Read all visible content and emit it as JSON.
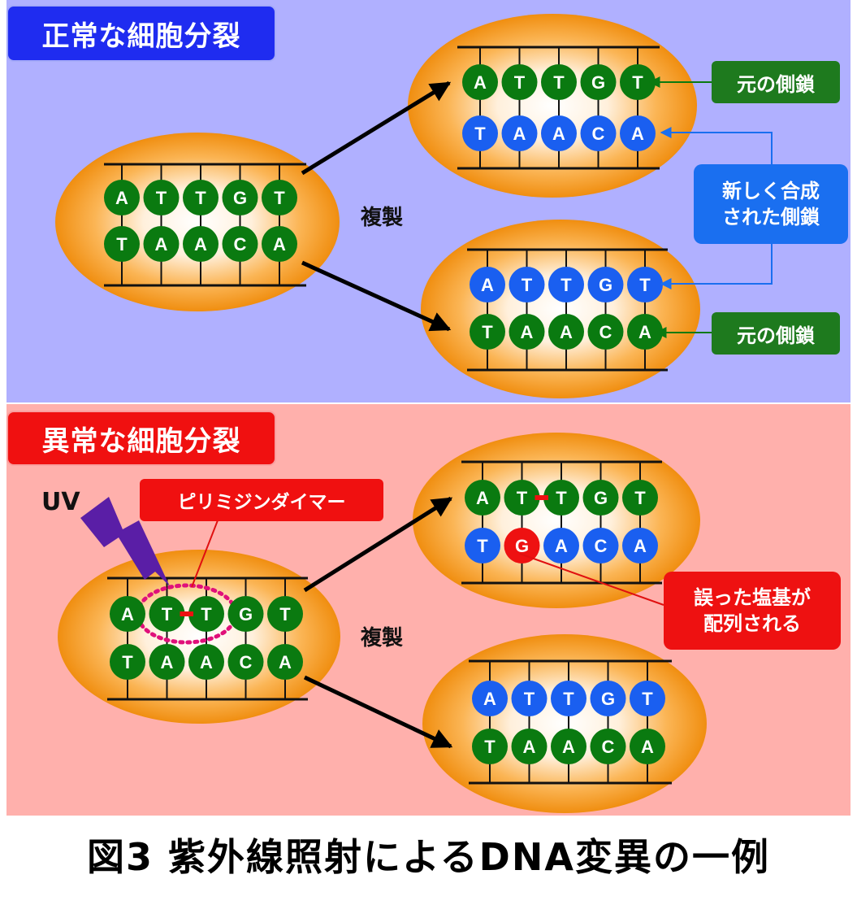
{
  "normal_title": "正常な細胞分裂",
  "abnormal_title": "異常な細胞分裂",
  "replication_label": "複製",
  "original_strand_label": "元の側鎖",
  "new_strand_label_line1": "新しく合成",
  "new_strand_label_line2": "された側鎖",
  "uv_label": "UV",
  "dimer_label": "ピリミジンダイマー",
  "error_label_line1": "誤った塩基が",
  "error_label_line2": "配列される",
  "caption": "図3 紫外線照射によるDNA変異の一例",
  "colors": {
    "original_base": "#0a7a10",
    "new_base": "#1a5ff0",
    "error_base": "#ee1111",
    "normal_background": "#b0b0ff",
    "abnormal_background": "#ffb0ac",
    "cell_orange": "#f59a20"
  },
  "cells": [
    {
      "id": "normal-parent",
      "top": {
        "bases": [
          "A",
          "T",
          "T",
          "G",
          "T"
        ],
        "kind": "original"
      },
      "bottom": {
        "bases": [
          "T",
          "A",
          "A",
          "C",
          "A"
        ],
        "kind": "original"
      }
    },
    {
      "id": "normal-daughter-1",
      "top": {
        "bases": [
          "A",
          "T",
          "T",
          "G",
          "T"
        ],
        "kind": "original"
      },
      "bottom": {
        "bases": [
          "T",
          "A",
          "A",
          "C",
          "A"
        ],
        "kind": "new"
      }
    },
    {
      "id": "normal-daughter-2",
      "top": {
        "bases": [
          "A",
          "T",
          "T",
          "G",
          "T"
        ],
        "kind": "new"
      },
      "bottom": {
        "bases": [
          "T",
          "A",
          "A",
          "C",
          "A"
        ],
        "kind": "original"
      }
    },
    {
      "id": "abnormal-parent",
      "top": {
        "bases": [
          "A",
          "T",
          "T",
          "G",
          "T"
        ],
        "kind": "original"
      },
      "bottom": {
        "bases": [
          "T",
          "A",
          "A",
          "C",
          "A"
        ],
        "kind": "original"
      },
      "dimer": [
        1,
        2
      ]
    },
    {
      "id": "abnormal-daughter-1",
      "top": {
        "bases": [
          "A",
          "T",
          "T",
          "G",
          "T"
        ],
        "kind": "original"
      },
      "bottom": {
        "bases": [
          "T",
          "G",
          "A",
          "C",
          "A"
        ],
        "kind": "new"
      },
      "dimer": [
        1,
        2
      ],
      "error_index": 1
    },
    {
      "id": "abnormal-daughter-2",
      "top": {
        "bases": [
          "A",
          "T",
          "T",
          "G",
          "T"
        ],
        "kind": "new"
      },
      "bottom": {
        "bases": [
          "T",
          "A",
          "A",
          "C",
          "A"
        ],
        "kind": "original"
      }
    }
  ]
}
